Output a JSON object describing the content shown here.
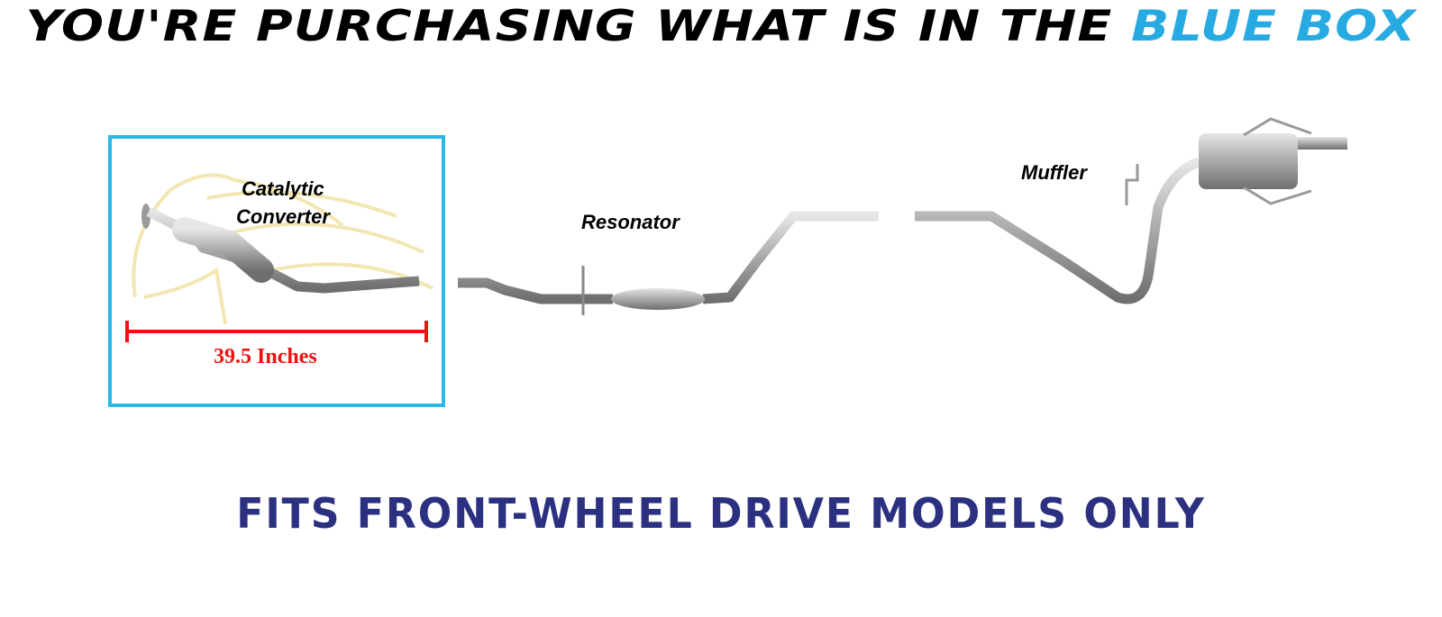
{
  "headline": {
    "prefix": "YOU'RE PURCHASING WHAT IS IN THE",
    "highlight": "BLUE BOX"
  },
  "labels": {
    "catalytic_line1": "Catalytic",
    "catalytic_line2": "Converter",
    "resonator": "Resonator",
    "muffler": "Muffler"
  },
  "dimension": "39.5 Inches",
  "footer": "FITS FRONT-WHEEL DRIVE MODELS ONLY",
  "colors": {
    "highlight_blue": "#27aae1",
    "box_border": "#2ab8e8",
    "dimension_red": "#ee1111",
    "footer_navy": "#2b3080"
  }
}
